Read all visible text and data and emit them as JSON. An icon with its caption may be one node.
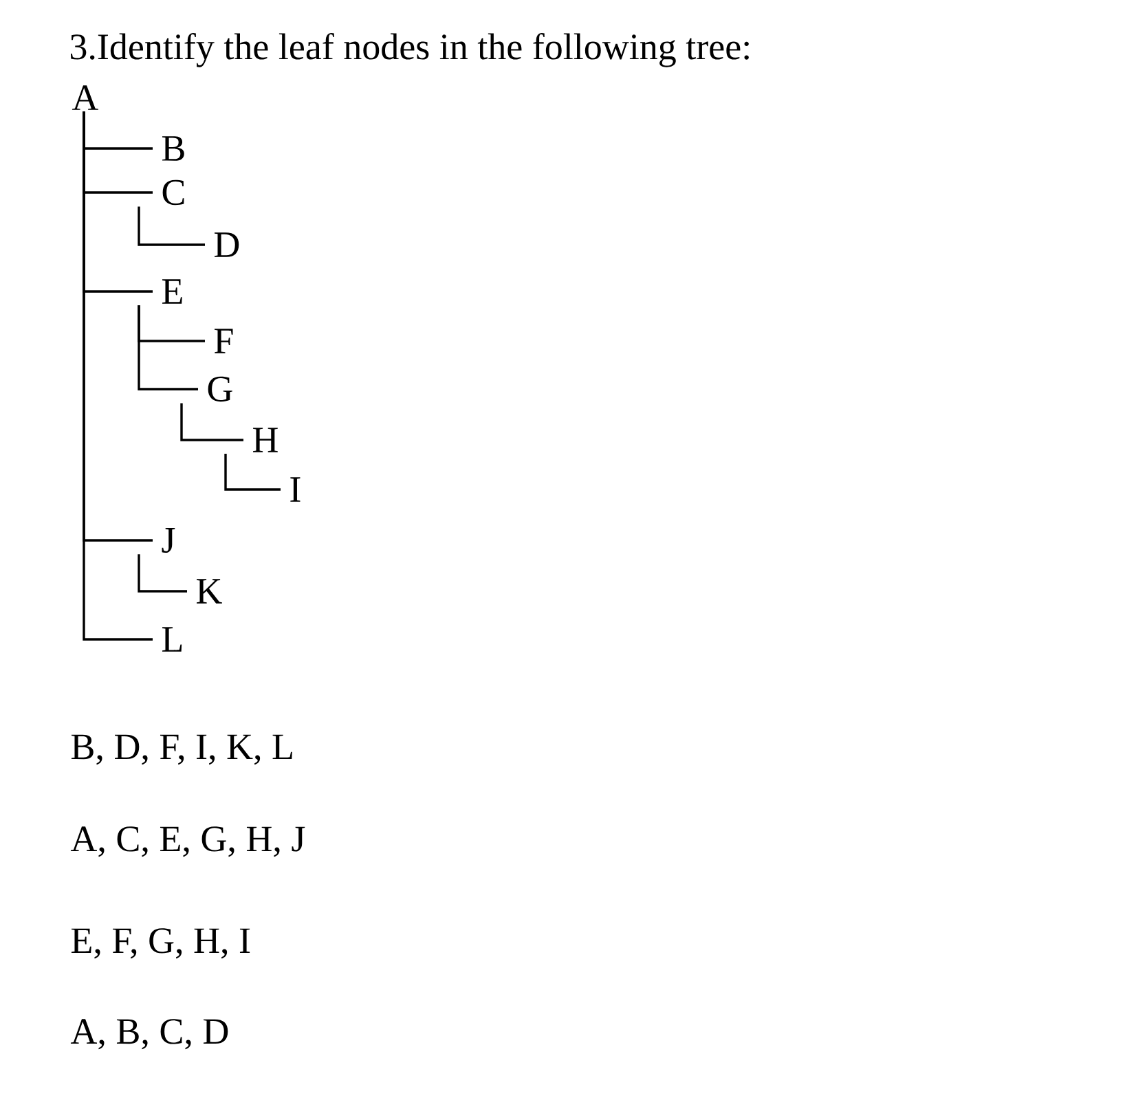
{
  "diagram": {
    "title": "3.Identify the leaf nodes in the following tree:",
    "nodes": [
      {
        "text": [
          "A"
        ]
      },
      {
        "text": [
          "B"
        ]
      },
      {
        "text": [
          "C"
        ]
      },
      {
        "text": [
          "D"
        ]
      },
      {
        "text": [
          "E"
        ]
      },
      {
        "text": [
          "F"
        ]
      },
      {
        "text": [
          "G"
        ]
      },
      {
        "text": [
          "H"
        ]
      },
      {
        "text": [
          "I"
        ]
      },
      {
        "text": [
          "J"
        ]
      },
      {
        "text": [
          "K"
        ]
      },
      {
        "text": [
          "L"
        ]
      }
    ],
    "edges": [
      {
        "from": 0,
        "to": 1,
        "arrow": "none"
      },
      {
        "from": 0,
        "to": 2,
        "arrow": "none"
      },
      {
        "from": 2,
        "to": 3,
        "arrow": "none"
      },
      {
        "from": 0,
        "to": 4,
        "arrow": "none"
      },
      {
        "from": 4,
        "to": 5,
        "arrow": "none"
      },
      {
        "from": 4,
        "to": 6,
        "arrow": "none"
      },
      {
        "from": 6,
        "to": 7,
        "arrow": "none"
      },
      {
        "from": 7,
        "to": 8,
        "arrow": "none"
      },
      {
        "from": 0,
        "to": 9,
        "arrow": "none"
      },
      {
        "from": 9,
        "to": 10,
        "arrow": "none"
      },
      {
        "from": 0,
        "to": 11,
        "arrow": "none"
      }
    ],
    "labels": [
      "B, D, F, I, K, L",
      "A, C, E, G, H, J",
      "E, F, G, H, I",
      "A, B, C, D"
    ]
  }
}
